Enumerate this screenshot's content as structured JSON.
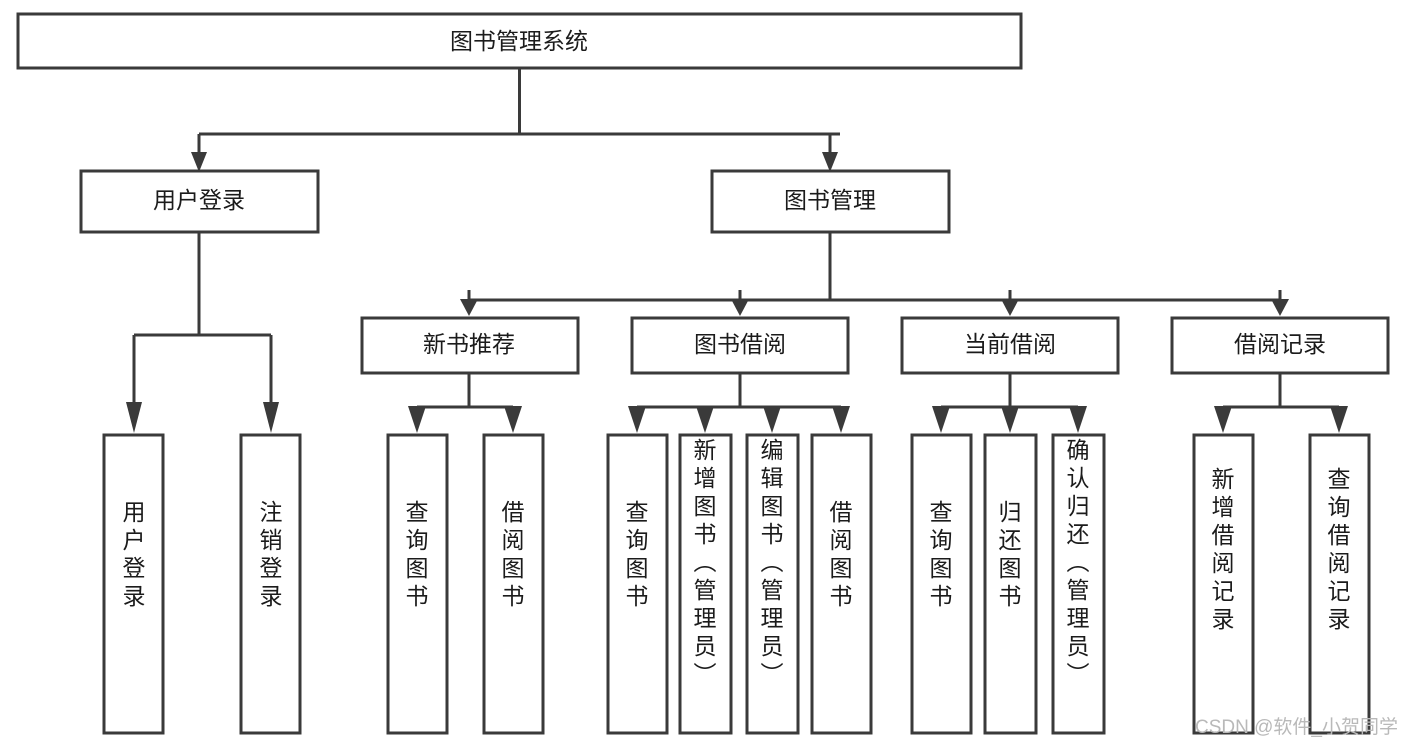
{
  "diagram": {
    "title": "图书管理系统",
    "type": "tree",
    "orientation": "top-down",
    "colors": {
      "box_stroke": "#3a3a3a",
      "box_fill": "#ffffff",
      "connector": "#3a3a3a",
      "text": "#1b1b1b",
      "watermark": "#b9b9b9",
      "background": "#ffffff"
    },
    "root": {
      "id": "root",
      "label": "图书管理系统",
      "orientation": "horizontal"
    },
    "level2": [
      {
        "id": "user-login",
        "label": "用户登录",
        "orientation": "horizontal"
      },
      {
        "id": "book-management",
        "label": "图书管理",
        "orientation": "horizontal"
      }
    ],
    "level3": [
      {
        "id": "new-book-recommend",
        "label": "新书推荐",
        "parent": "book-management",
        "orientation": "horizontal"
      },
      {
        "id": "book-borrow",
        "label": "图书借阅",
        "parent": "book-management",
        "orientation": "horizontal"
      },
      {
        "id": "current-borrow",
        "label": "当前借阅",
        "parent": "book-management",
        "orientation": "horizontal"
      },
      {
        "id": "borrow-record",
        "label": "借阅记录",
        "parent": "book-management",
        "orientation": "horizontal"
      }
    ],
    "leaves": [
      {
        "id": "leaf-user-login",
        "label": "用户登录",
        "parent": "user-login",
        "orientation": "vertical"
      },
      {
        "id": "leaf-user-logout",
        "label": "注销登录",
        "parent": "user-login",
        "orientation": "vertical"
      },
      {
        "id": "leaf-query-book-1",
        "label": "查询图书",
        "parent": "new-book-recommend",
        "orientation": "vertical"
      },
      {
        "id": "leaf-borrow-book-1",
        "label": "借阅图书",
        "parent": "new-book-recommend",
        "orientation": "vertical"
      },
      {
        "id": "leaf-query-book-2",
        "label": "查询图书",
        "parent": "book-borrow",
        "orientation": "vertical"
      },
      {
        "id": "leaf-add-book",
        "label": "新增图书（管理员）",
        "parent": "book-borrow",
        "orientation": "vertical"
      },
      {
        "id": "leaf-edit-book",
        "label": "编辑图书（管理员）",
        "parent": "book-borrow",
        "orientation": "vertical"
      },
      {
        "id": "leaf-borrow-book-2",
        "label": "借阅图书",
        "parent": "book-borrow",
        "orientation": "vertical"
      },
      {
        "id": "leaf-query-book-3",
        "label": "查询图书",
        "parent": "current-borrow",
        "orientation": "vertical"
      },
      {
        "id": "leaf-return-book",
        "label": "归还图书",
        "parent": "current-borrow",
        "orientation": "vertical"
      },
      {
        "id": "leaf-confirm-return",
        "label": "确认归还（管理员）",
        "parent": "current-borrow",
        "orientation": "vertical"
      },
      {
        "id": "leaf-add-record",
        "label": "新增借阅记录",
        "parent": "borrow-record",
        "orientation": "vertical"
      },
      {
        "id": "leaf-query-record",
        "label": "查询借阅记录",
        "parent": "borrow-record",
        "orientation": "vertical"
      }
    ]
  },
  "watermark": {
    "text": "CSDN @软件_小贺同学"
  }
}
